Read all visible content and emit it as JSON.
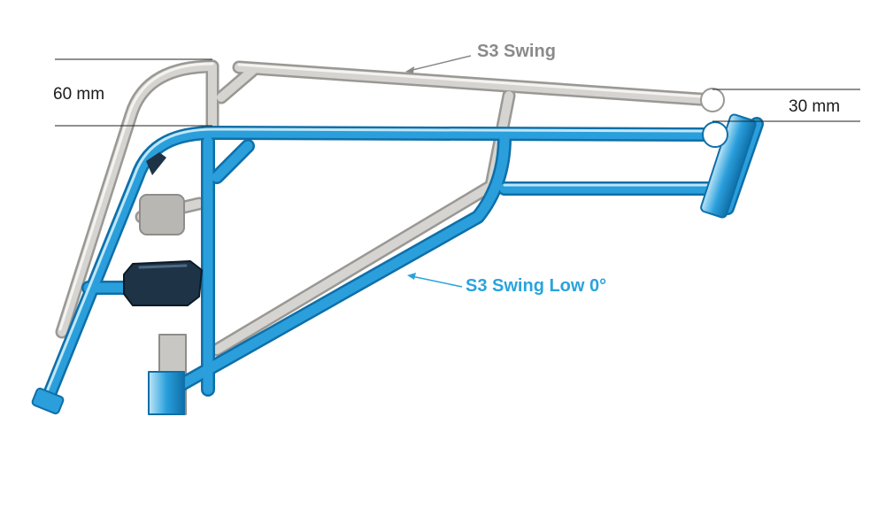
{
  "annotations": {
    "dim_top": "60 mm",
    "dim_right": "30 mm",
    "callout_grey": "S3 Swing",
    "callout_blue": "S3 Swing Low 0°"
  },
  "colors": {
    "frame_grey": "#c9c7c3",
    "frame_grey_dark": "#8f8d89",
    "frame_blue": "#2a9fdc",
    "frame_blue_light": "#9fd8f4",
    "frame_blue_dark": "#0f6fa8",
    "label_grey": "#8a8a8a",
    "label_blue": "#2aa3dc",
    "dimension_line": "#222222",
    "clamp_dark": "#1f3346"
  }
}
